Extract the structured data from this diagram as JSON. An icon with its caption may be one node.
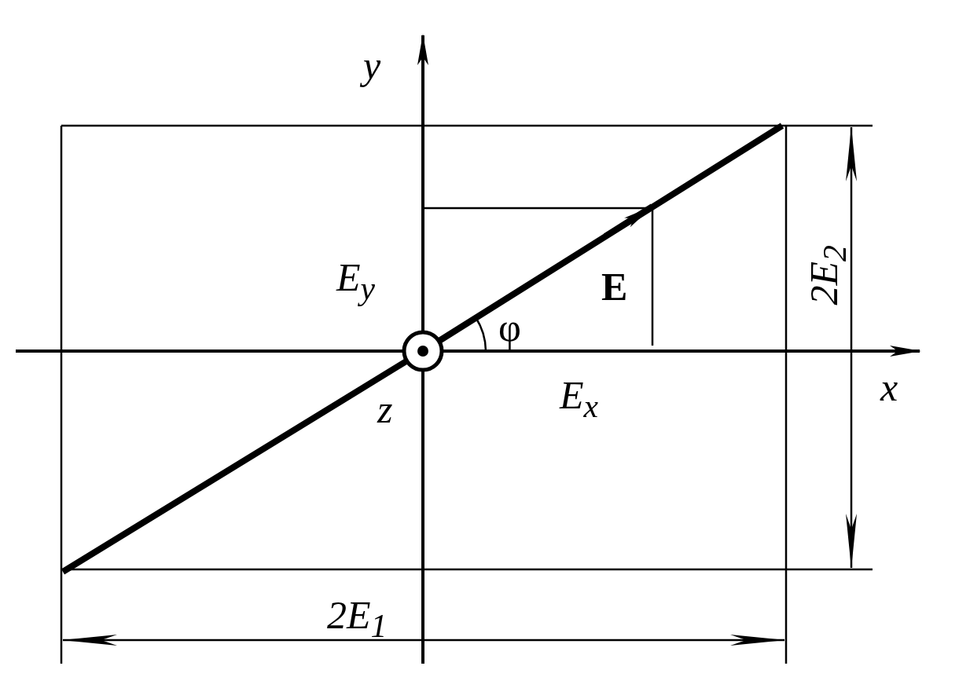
{
  "diagram": {
    "labels": [
      "y",
      "E$_{y}$",
      "E",
      "φ",
      "2E$_{2}$",
      "x",
      "z",
      "E$_{x}$",
      "2E$_{1}$"
    ]
  }
}
